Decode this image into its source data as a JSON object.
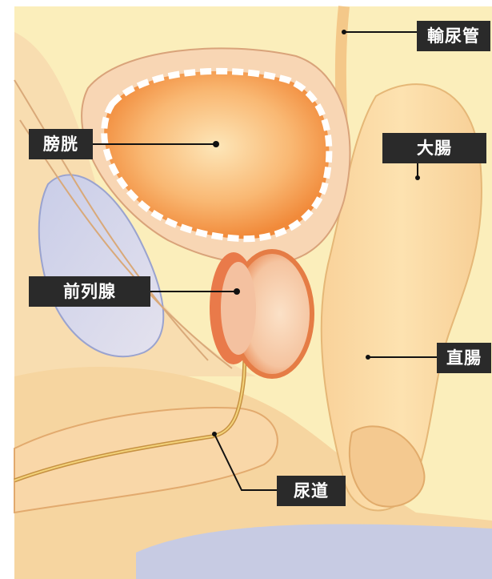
{
  "labels": {
    "ureter": "輸尿管",
    "bladder": "膀胱",
    "colon": "大腸",
    "prostate": "前列腺",
    "rectum": "直腸",
    "urethra": "尿道"
  },
  "colors": {
    "background": "#fbeebb",
    "bladder_lining": "#f5a04a",
    "prostate_outer": "#e97a4a",
    "label_bg": "#2a2a2a",
    "label_text": "#ffffff",
    "leader_line": "#111111"
  }
}
